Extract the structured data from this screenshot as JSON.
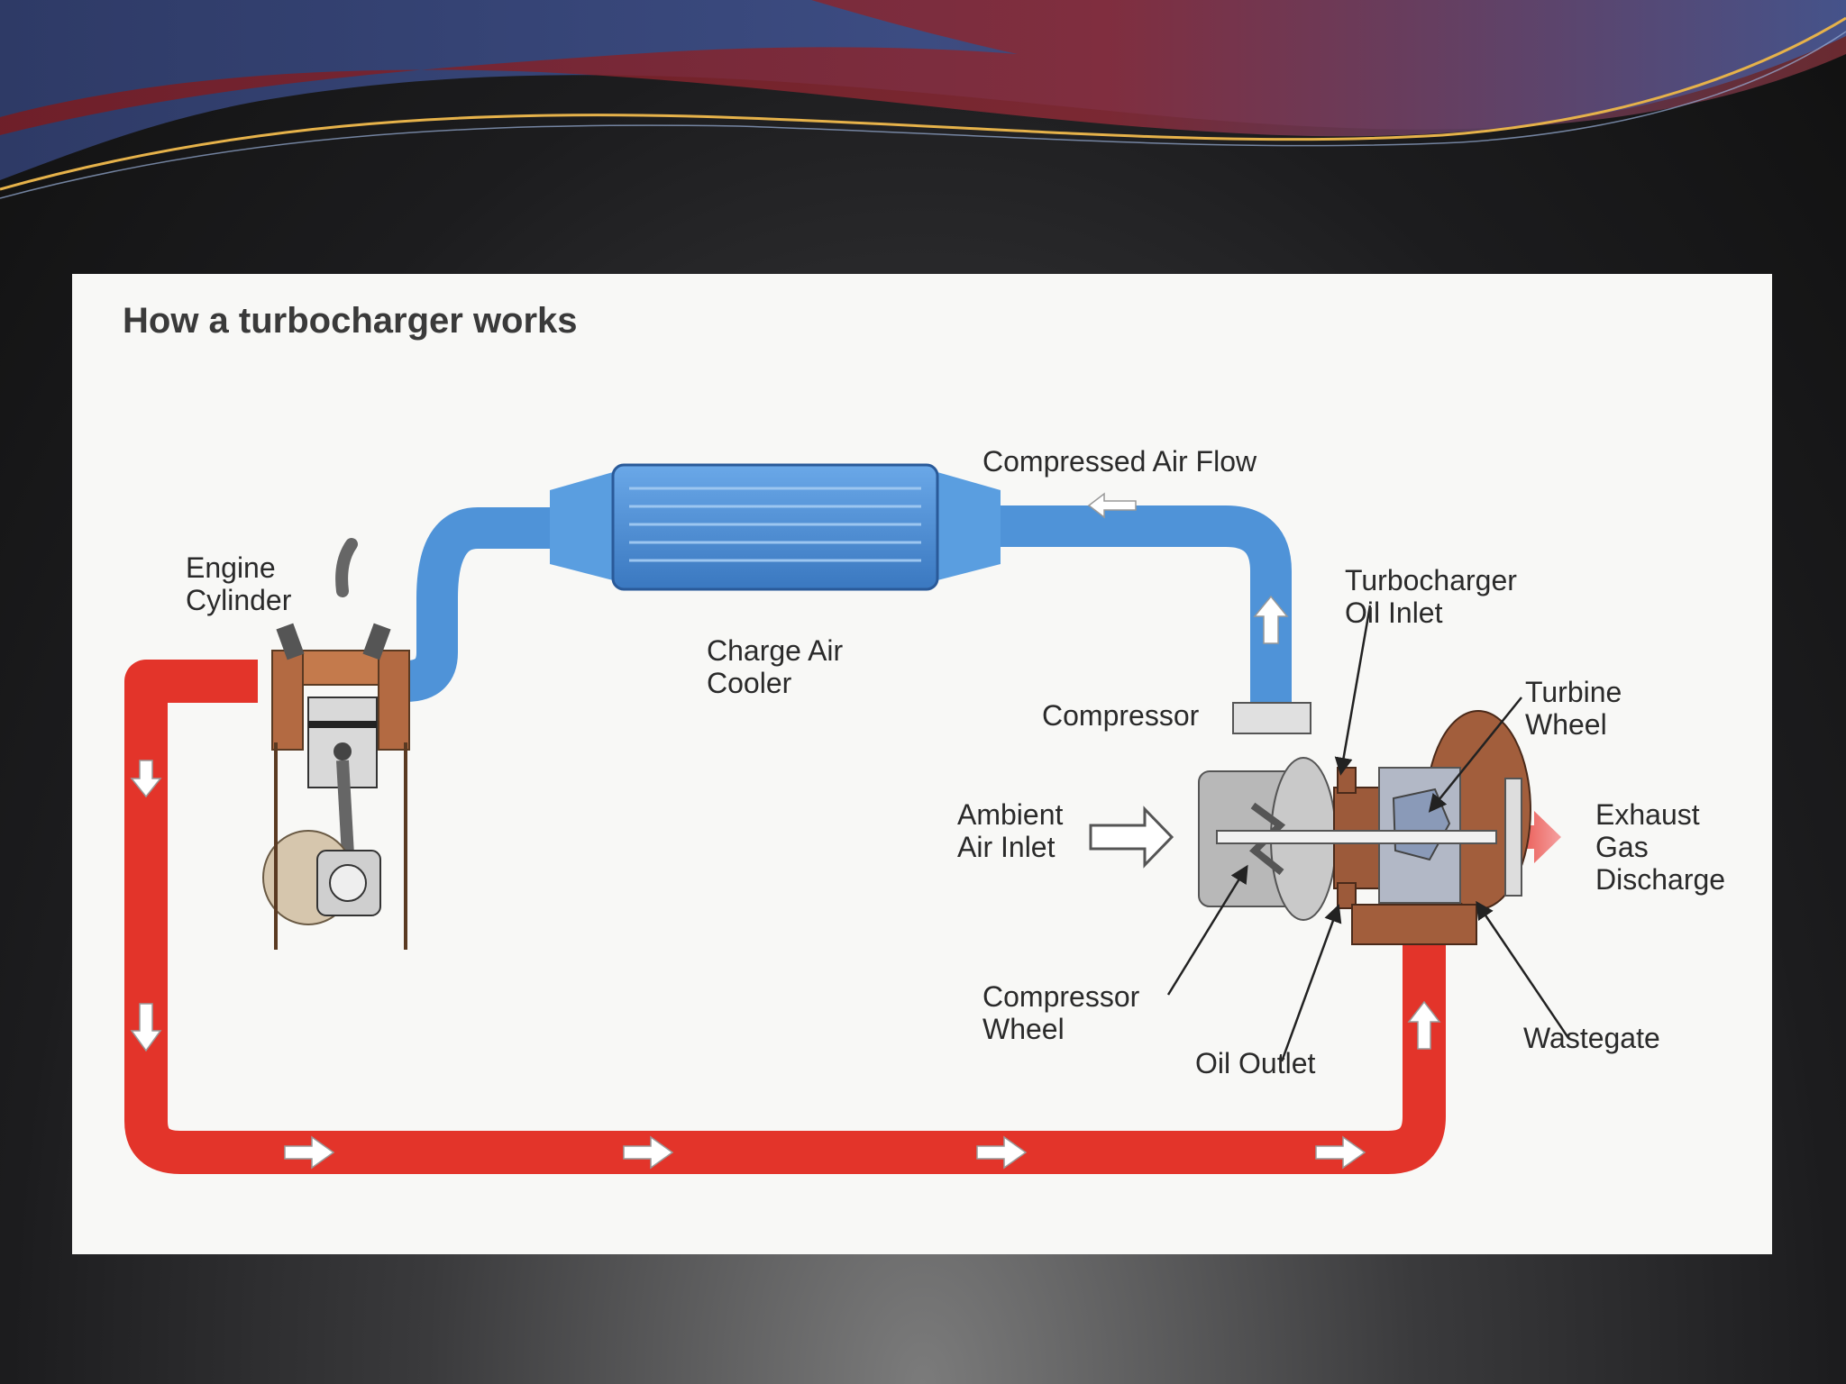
{
  "diagram": {
    "title": "How a turbocharger works",
    "labels": {
      "engine_cylinder": "Engine\nCylinder",
      "charge_air_cooler": "Charge Air\nCooler",
      "compressed_air_flow": "Compressed Air Flow",
      "turbocharger_oil_inlet": "Turbocharger\nOil Inlet",
      "compressor": "Compressor",
      "turbine_wheel": "Turbine\nWheel",
      "ambient_air_inlet": "Ambient\nAir Inlet",
      "exhaust_gas_discharge": "Exhaust\nGas\nDischarge",
      "compressor_wheel": "Compressor\nWheel",
      "oil_outlet": "Oil Outlet",
      "wastegate": "Wastegate"
    }
  },
  "colors": {
    "intake_air": "#4f93d8",
    "exhaust_gas": "#e3342a",
    "engine_block": "#b36a42",
    "turbine_housing": "#9c5a3a",
    "compressor_housing": "#b8b8b8"
  },
  "icons": [
    "flow-arrow-icon"
  ]
}
